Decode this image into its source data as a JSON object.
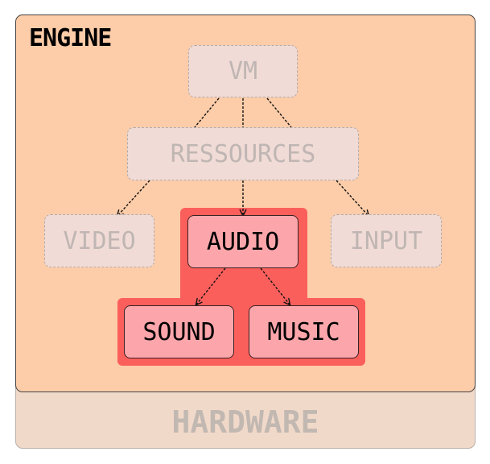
{
  "engine": {
    "title": "ENGINE"
  },
  "hardware": {
    "label": "HARDWARE"
  },
  "nodes": {
    "vm": "VM",
    "ressources": "RESSOURCES",
    "video": "VIDEO",
    "audio": "AUDIO",
    "input": "INPUT",
    "sound": "SOUND",
    "music": "MUSIC"
  },
  "colors": {
    "engine_fill": "#fdcca8",
    "hardware_fill": "#f1d9c9",
    "highlight_group": "#fb5f5c",
    "active_node_fill": "#fca6ab",
    "faded_node_fill": "#f1dbd6",
    "faded_text": "#bfb6b3"
  }
}
